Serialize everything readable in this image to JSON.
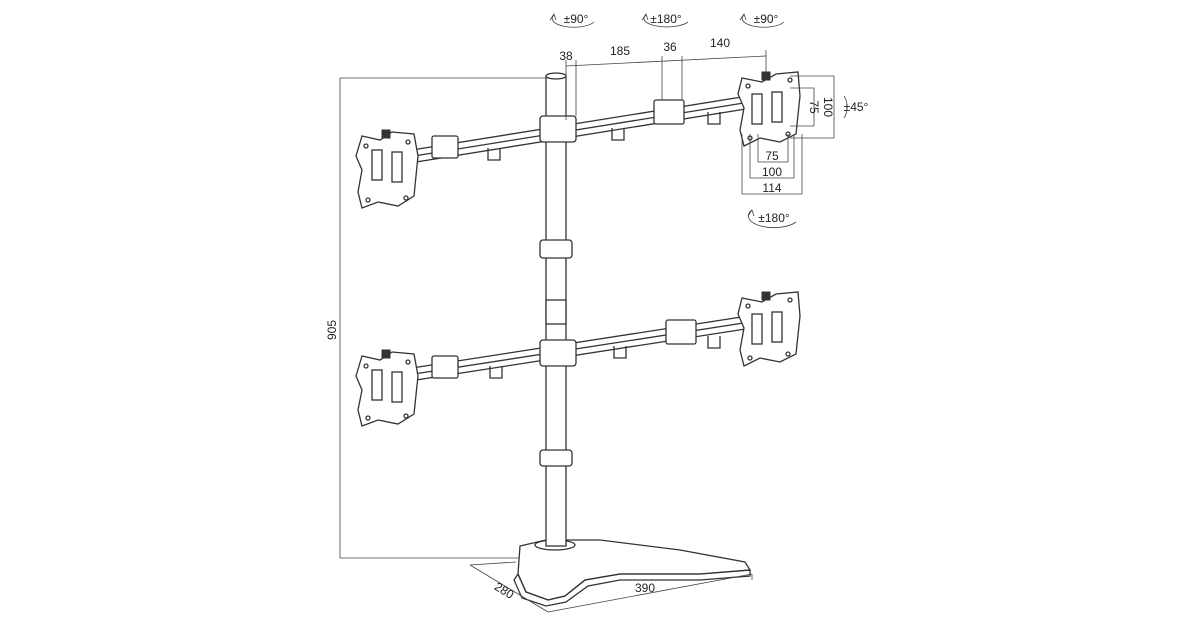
{
  "rotation": {
    "left_tilt": "±90°",
    "center_swivel": "±180°",
    "right_tilt": "±90°",
    "plate_rotation": "±180°",
    "side_tilt": "±45°"
  },
  "arm_dimensions": {
    "d1": "38",
    "d2": "185",
    "d3": "36",
    "d4": "140"
  },
  "vesa": {
    "h_inner": "75",
    "h_outer": "100",
    "plate_width": "114",
    "v_inner": "75",
    "v_outer": "100"
  },
  "height_label": "905",
  "base": {
    "depth": "280",
    "width": "390"
  }
}
